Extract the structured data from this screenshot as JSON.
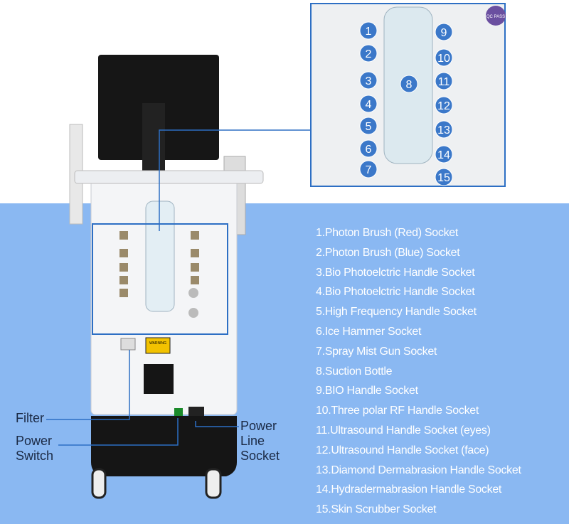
{
  "inset_numbers": [
    "1",
    "2",
    "3",
    "4",
    "5",
    "6",
    "7",
    "8",
    "9",
    "10",
    "11",
    "12",
    "13",
    "14",
    "15"
  ],
  "badge_text": "QC PASS",
  "sockets": [
    "1.Photon Brush (Red) Socket",
    "2.Photon Brush (Blue) Socket",
    "3.Bio Photoelctric Handle Socket",
    "4.Bio Photoelctric Handle Socket",
    "5.High Frequency Handle Socket",
    "6.Ice Hammer Socket",
    "7.Spray Mist Gun Socket",
    "8.Suction Bottle",
    "9.BIO  Handle Socket",
    "10.Three polar RF Handle Socket",
    "11.Ultrasound Handle Socket (eyes)",
    "12.Ultrasound Handle Socket (face)",
    "13.Diamond Dermabrasion Handle Socket",
    "14.Hydradermabrasion Handle Socket",
    "15.Skin Scrubber Socket"
  ],
  "callouts": {
    "filter": "Filter",
    "power_switch": "Power Switch",
    "power_line_socket": "Power Line Socket"
  },
  "warning_label": "WARNING",
  "colors": {
    "background_blue": "#8ab8f2",
    "marker_blue": "#3b78c9",
    "callout_line": "#2d6fc4"
  }
}
